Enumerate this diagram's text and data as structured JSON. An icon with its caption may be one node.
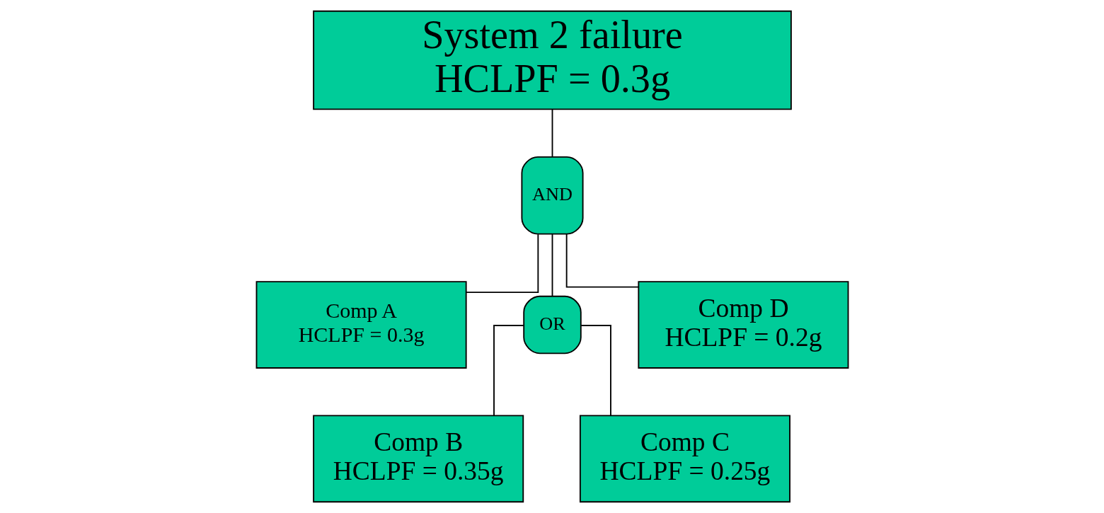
{
  "diagram": {
    "nodes": [
      {
        "text": [
          "System 2 failure",
          "HCLPF = 0.3g"
        ]
      },
      {
        "text": [
          "AND"
        ]
      },
      {
        "text": [
          "Comp A",
          "HCLPF = 0.3g"
        ]
      },
      {
        "text": [
          "OR"
        ]
      },
      {
        "text": [
          "Comp B",
          "HCLPF = 0.35g"
        ]
      },
      {
        "text": [
          "Comp C",
          "HCLPF = 0.25g"
        ]
      },
      {
        "text": [
          "Comp D",
          "HCLPF = 0.2g"
        ]
      }
    ],
    "edges": [
      {
        "from": 0,
        "to": 1,
        "arrow": "none"
      },
      {
        "from": 1,
        "to": 2,
        "arrow": "none"
      },
      {
        "from": 1,
        "to": 3,
        "arrow": "none"
      },
      {
        "from": 1,
        "to": 6,
        "arrow": "none"
      },
      {
        "from": 3,
        "to": 4,
        "arrow": "none"
      },
      {
        "from": 3,
        "to": 5,
        "arrow": "none"
      }
    ]
  }
}
